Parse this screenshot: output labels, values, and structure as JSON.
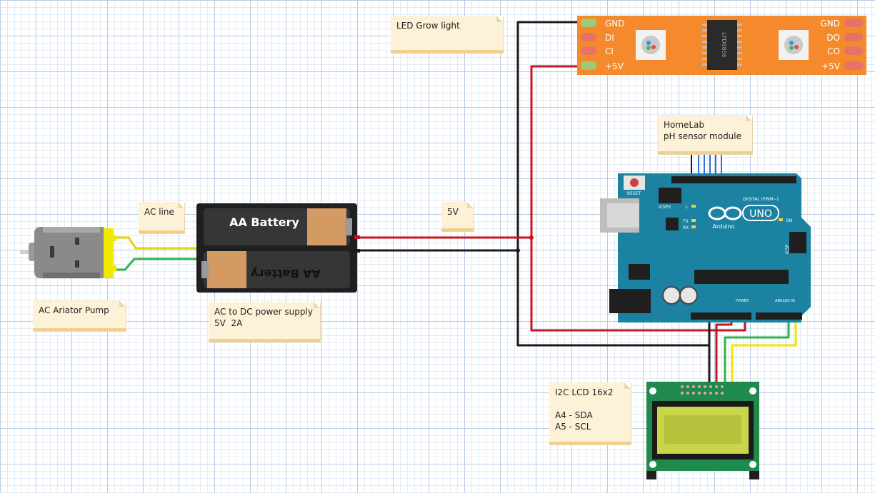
{
  "notes": {
    "led": "LED Grow light",
    "ph_line1": "HomeLab",
    "ph_line2": "pH sensor module",
    "acline": "AC line",
    "v5": "5V",
    "pump": "AC Ariator Pump",
    "ps_line1": "AC to DC power supply",
    "ps_line2": "5V  2A",
    "lcd_line1": "I2C LCD 16x2",
    "lcd_line2": "A4 - SDA",
    "lcd_line3": "A5 - SCL"
  },
  "led_strip": {
    "left_pins": [
      "GND",
      "DI",
      "CI",
      "+5V"
    ],
    "right_pins": [
      "GND",
      "DO",
      "CO",
      "+5V"
    ],
    "chip": "LPD8806",
    "color": "#f48a2c"
  },
  "battery": {
    "top_label": "AA Battery",
    "bottom_label": "AA Battery"
  },
  "arduino": {
    "reset": "RESET",
    "icsp2": "ICSP2",
    "l": "L",
    "tx": "TX",
    "rx": "RX",
    "on": "ON",
    "logo_text": "Arduino",
    "uno": "UNO",
    "icsp": "ICSP",
    "digital": "DIGITAL (PWM~)",
    "power": "POWER",
    "analog": "ANALOG IN",
    "color": "#1b82a1"
  },
  "wires": {
    "red": "#c8141e",
    "black": "#1a1a1a",
    "green": "#2eb34a",
    "yellow": "#f2e400",
    "blue": "#2f6fd6"
  }
}
